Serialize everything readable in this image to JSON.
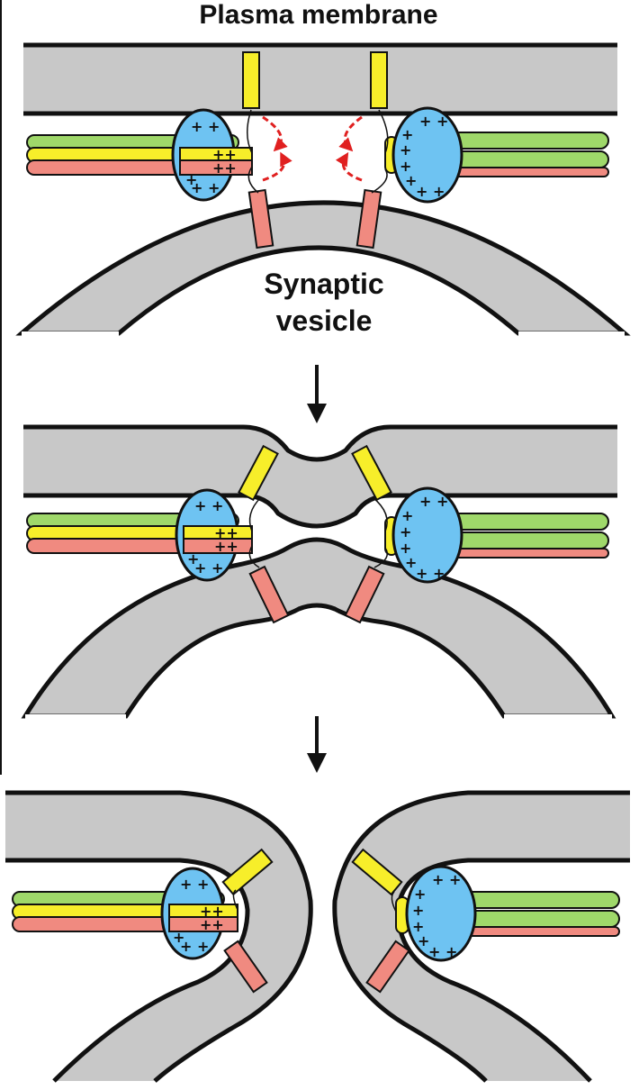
{
  "labels": {
    "plasma_membrane": "Plasma membrane",
    "synaptic_vesicle_line1": "Synaptic",
    "synaptic_vesicle_line2": "vesicle"
  },
  "steps": [
    {
      "id": "docked",
      "description_visible": false
    },
    {
      "id": "hemifusion",
      "description_visible": false
    },
    {
      "id": "fusion-pore",
      "description_visible": false
    }
  ],
  "colors": {
    "membrane_fill": "#c8c8c8",
    "outline": "#111111",
    "yellow_helix": "#f7ee2a",
    "red_helix": "#f08a80",
    "green_helix": "#9fd86a",
    "blue_protein": "#6ec3f2",
    "curved_arrow": "#e02020"
  },
  "symbols": {
    "plus": "+",
    "down_arrow_icon": "down-arrow-icon",
    "curved_arrow_icon": "curved-arrow-icon"
  }
}
